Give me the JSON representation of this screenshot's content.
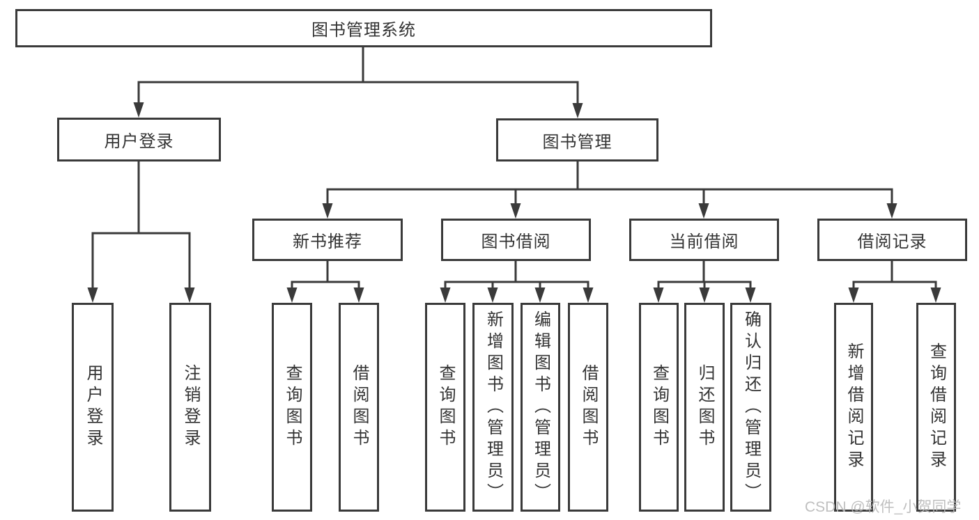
{
  "diagram": {
    "root": {
      "label": "图书管理系统"
    },
    "level2": {
      "user_login": {
        "label": "用户登录"
      },
      "book_mgmt": {
        "label": "图书管理"
      }
    },
    "level3": {
      "new_book": {
        "label": "新书推荐"
      },
      "book_borrow": {
        "label": "图书借阅"
      },
      "current_borrow": {
        "label": "当前借阅"
      },
      "borrow_record": {
        "label": "借阅记录"
      }
    },
    "leaves": {
      "user_login": {
        "label": "用户登录"
      },
      "logout": {
        "label": "注销登录"
      },
      "query_book_a": {
        "label": "查询图书"
      },
      "borrow_book_a": {
        "label": "借阅图书"
      },
      "query_book_b": {
        "label": "查询图书"
      },
      "add_book": {
        "label": "新增图书（管理员）"
      },
      "edit_book": {
        "label": "编辑图书（管理员）"
      },
      "borrow_book_b": {
        "label": "借阅图书"
      },
      "query_book_c": {
        "label": "查询图书"
      },
      "return_book": {
        "label": "归还图书"
      },
      "confirm_return": {
        "label": "确认归还（管理员）"
      },
      "add_record": {
        "label": "新增借阅记录"
      },
      "query_record": {
        "label": "查询借阅记录"
      }
    }
  },
  "watermark": {
    "text": "CSDN @软件_小贺同学"
  },
  "colors": {
    "line": "#3a3a3a",
    "text": "#333333",
    "background": "#ffffff",
    "watermark": "#b9b9b9"
  }
}
